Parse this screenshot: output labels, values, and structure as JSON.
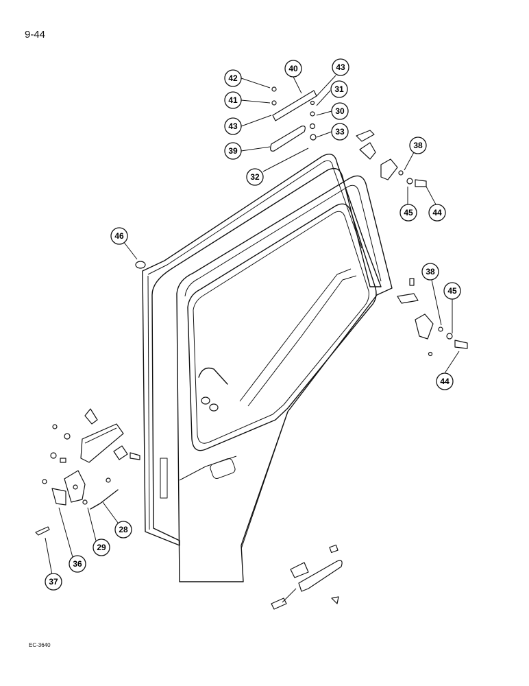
{
  "header": {
    "page_number": "9-44"
  },
  "footer": {
    "drawing_code": "EC-3640"
  },
  "callouts": [
    {
      "id": "42",
      "label": "42"
    },
    {
      "id": "40",
      "label": "40"
    },
    {
      "id": "43a",
      "label": "43"
    },
    {
      "id": "41",
      "label": "41"
    },
    {
      "id": "31",
      "label": "31"
    },
    {
      "id": "43b",
      "label": "43"
    },
    {
      "id": "30",
      "label": "30"
    },
    {
      "id": "33",
      "label": "33"
    },
    {
      "id": "39",
      "label": "39"
    },
    {
      "id": "32",
      "label": "32"
    },
    {
      "id": "38a",
      "label": "38"
    },
    {
      "id": "45a",
      "label": "45"
    },
    {
      "id": "44a",
      "label": "44"
    },
    {
      "id": "46",
      "label": "46"
    },
    {
      "id": "38b",
      "label": "38"
    },
    {
      "id": "45b",
      "label": "45"
    },
    {
      "id": "44b",
      "label": "44"
    },
    {
      "id": "28",
      "label": "28"
    },
    {
      "id": "29",
      "label": "29"
    },
    {
      "id": "36",
      "label": "36"
    },
    {
      "id": "37",
      "label": "37"
    }
  ]
}
